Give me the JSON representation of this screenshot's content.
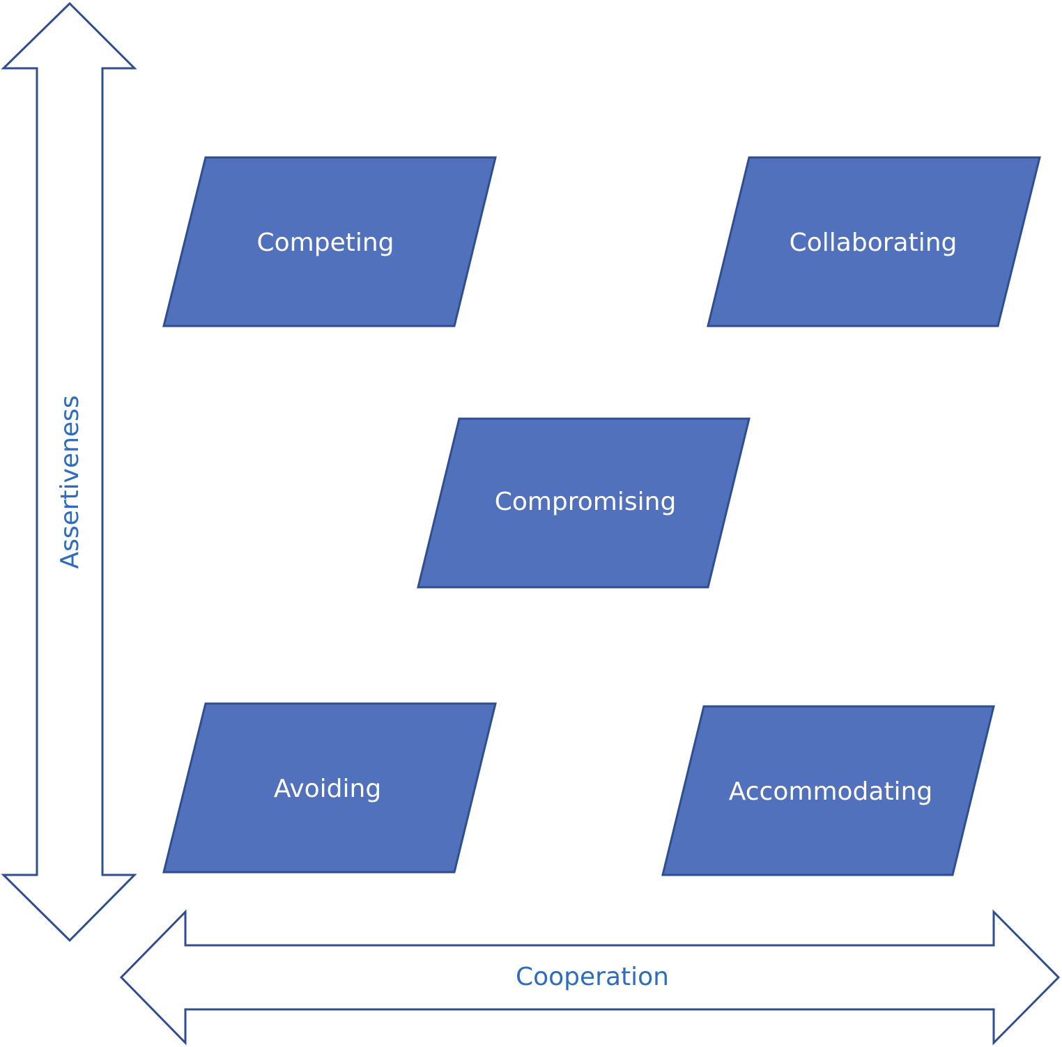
{
  "axes": {
    "vertical_label": "Assertiveness",
    "horizontal_label": "Cooperation"
  },
  "modes": [
    {
      "label": "Competing"
    },
    {
      "label": "Collaborating"
    },
    {
      "label": "Compromising"
    },
    {
      "label": "Avoiding"
    },
    {
      "label": "Accommodating"
    }
  ],
  "colors": {
    "shape_fill": "#5171BC",
    "outline": "#2F4E8F",
    "axis_label": "#2E6CC0",
    "shape_text": "#ffffff"
  }
}
